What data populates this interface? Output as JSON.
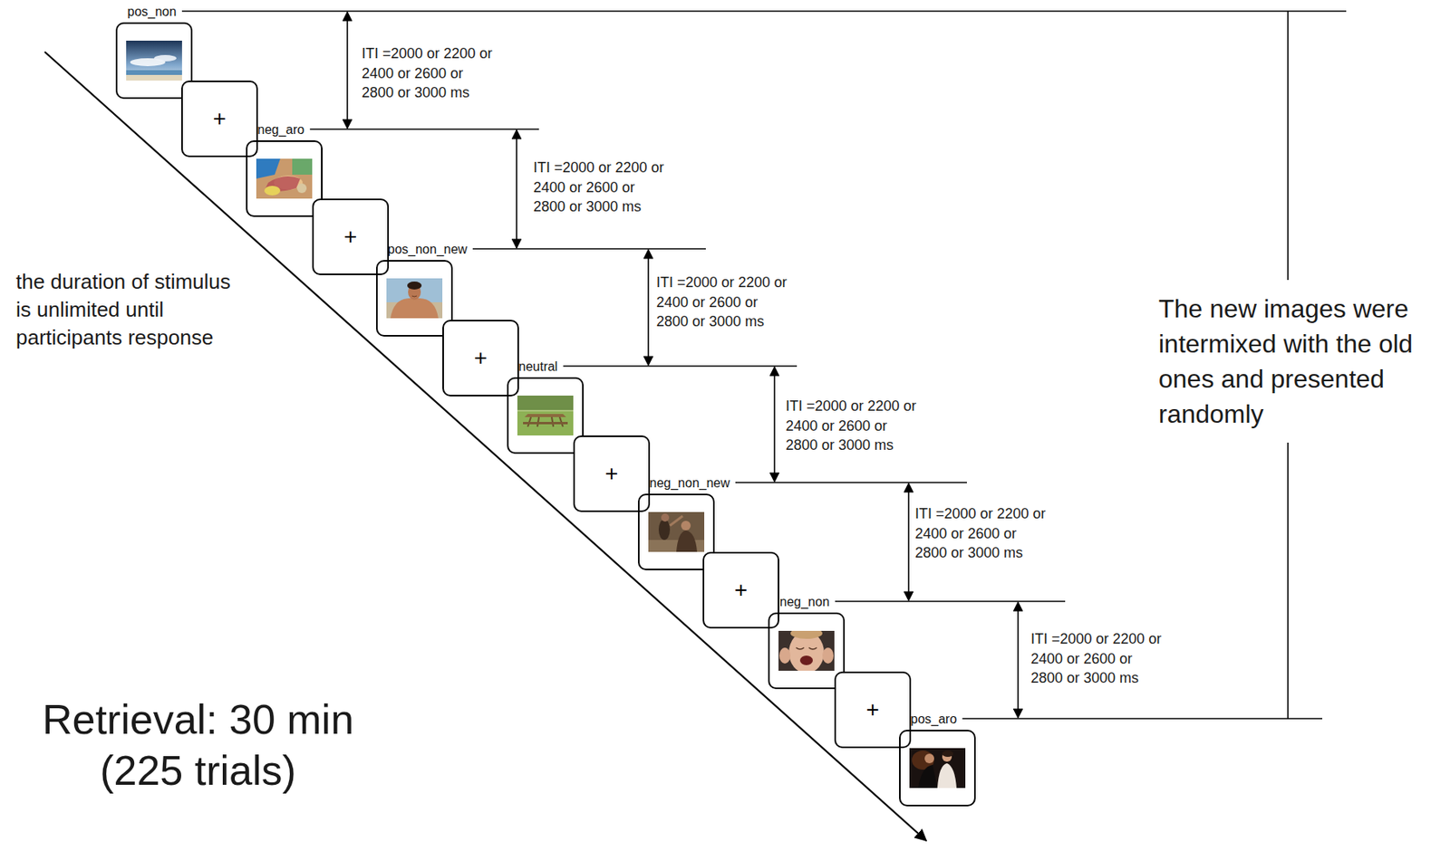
{
  "diagram": {
    "nodes": [
      {
        "text": [
          "pos_non"
        ]
      },
      {
        "text": [
          "+"
        ]
      },
      {
        "text": [
          "neg_aro"
        ]
      },
      {
        "text": [
          "+"
        ]
      },
      {
        "text": [
          "pos_non_new"
        ]
      },
      {
        "text": [
          "+"
        ]
      },
      {
        "text": [
          "neutral"
        ]
      },
      {
        "text": [
          "+"
        ]
      },
      {
        "text": [
          "neg_non_new"
        ]
      },
      {
        "text": [
          "+"
        ]
      },
      {
        "text": [
          "neg_non"
        ]
      },
      {
        "text": [
          "+"
        ]
      },
      {
        "text": [
          "pos_aro"
        ]
      }
    ],
    "labels": [
      "ITI =2000 or 2200 or 2400 or 2600 or 2800 or 3000 ms",
      "ITI =2000 or 2200 or 2400 or 2600 or 2800 or 3000 ms",
      "ITI =2000 or 2200 or 2400 or 2600 or 2800 or 3000 ms",
      "ITI =2000 or 2200 or 2400 or 2600 or 2800 or 3000 ms",
      "ITI =2000 or 2200 or 2400 or 2600 or 2800 or 3000 ms",
      "ITI =2000 or 2200 or 2400 or 2600 or 2800 or 3000 ms",
      "the duration of stimulus is unlimited until participants response",
      "The new images were intermixed with the old ones and presented randomly",
      "Retrieval: 30 min (225 trials)"
    ]
  }
}
